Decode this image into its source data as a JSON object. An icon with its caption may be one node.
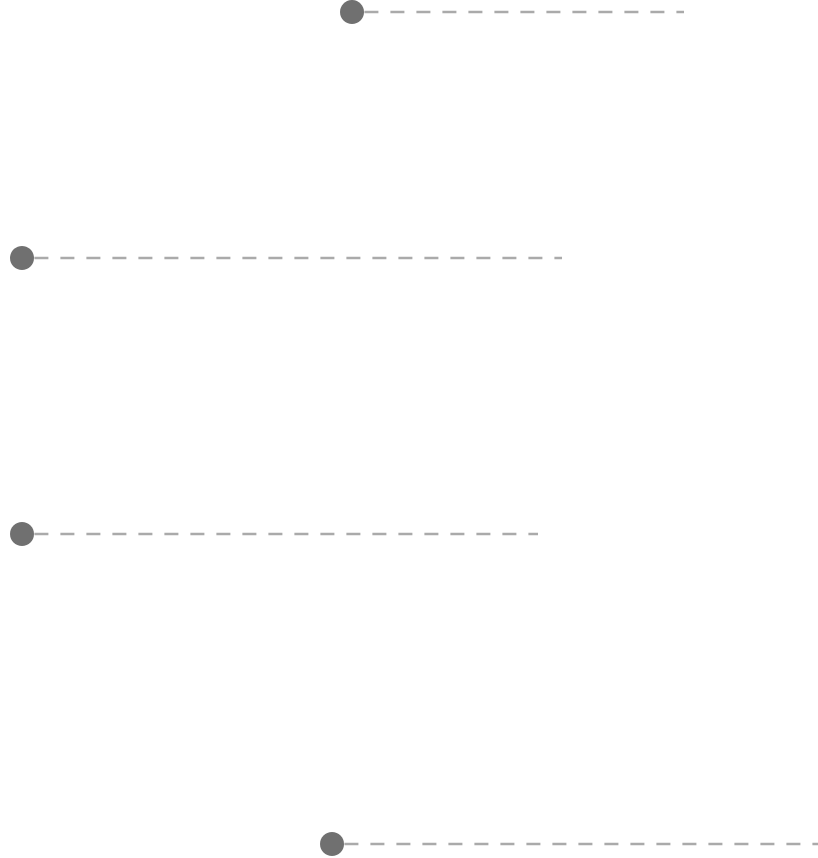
{
  "diagram": {
    "nodes": [
      {
        "text": [],
        "shape": "circle"
      },
      {
        "text": [],
        "shape": "circle"
      },
      {
        "text": [],
        "shape": "circle"
      },
      {
        "text": [],
        "shape": "circle"
      }
    ],
    "edges": [
      {
        "from": 0,
        "to": null,
        "arrow": "none",
        "style": "dashed"
      },
      {
        "from": 1,
        "to": null,
        "arrow": "none",
        "style": "dashed"
      },
      {
        "from": 2,
        "to": null,
        "arrow": "none",
        "style": "dashed"
      },
      {
        "from": 3,
        "to": null,
        "arrow": "none",
        "style": "dashed"
      }
    ]
  }
}
